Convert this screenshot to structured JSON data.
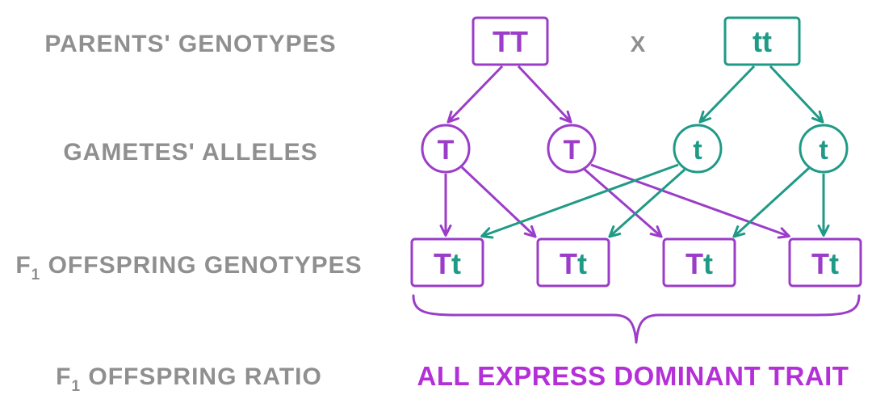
{
  "row_labels": {
    "parents": "PARENTS' GENOTYPES",
    "gametes": "GAMETES' ALLELES",
    "f1_prefix": "F",
    "f1_sub": "1",
    "f1_genotypes": " OFFSPRING GENOTYPES",
    "f1_ratio": " OFFSPRING RATIO"
  },
  "parents": {
    "left": "TT",
    "cross": "X",
    "right": "tt"
  },
  "gametes": [
    "T",
    "T",
    "t",
    "t"
  ],
  "offspring": [
    {
      "dominant": "T",
      "recessive": "t"
    },
    {
      "dominant": "T",
      "recessive": "t"
    },
    {
      "dominant": "T",
      "recessive": "t"
    },
    {
      "dominant": "T",
      "recessive": "t"
    }
  ],
  "result": "ALL EXPRESS DOMINANT TRAIT",
  "colors": {
    "purple": "#9b3dc8",
    "teal": "#1f9a86",
    "gray_text": "#8f8f8f"
  }
}
